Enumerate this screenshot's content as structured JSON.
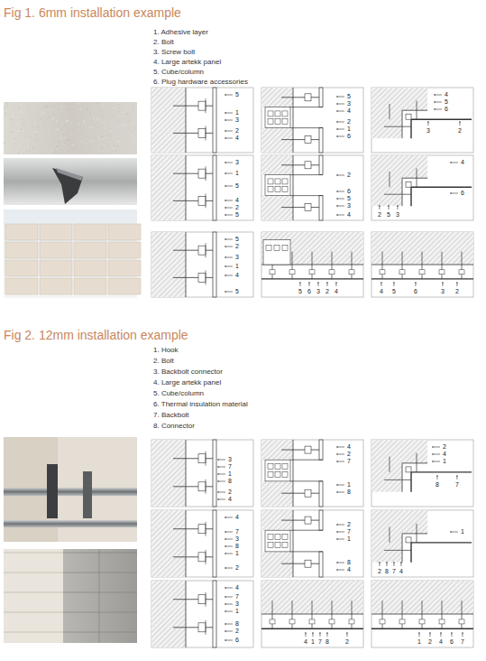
{
  "diagram": {
    "title": "Fig 1. 6mm installation example",
    "labels": [
      "1. Adhesive layer",
      "2. Bolt",
      "3. Screw bolt",
      "4. Large artekk panel",
      "5. Cube/column",
      "6. Plug hardware accessories",
      "5",
      "1",
      "3",
      "2",
      "4",
      "5",
      "3",
      "4",
      "2",
      "1",
      "6",
      "4",
      "5",
      "6",
      "3",
      "2",
      "3",
      "1",
      "5",
      "4",
      "2",
      "5",
      "2",
      "6",
      "5",
      "3",
      "4",
      "4",
      "6",
      "2",
      "5",
      "3",
      "5",
      "2",
      "3",
      "1",
      "4",
      "5",
      "5",
      "6",
      "3",
      "2",
      "4",
      "4",
      "5",
      "6",
      "3",
      "2",
      "Fig 2. 12mm installation example",
      "1. Hook",
      "2. Bolt",
      "3. Backbolt connector",
      "4. Large artekk panel",
      "5. Cube/column",
      "6. Thermal insulation material",
      "7. Backbolt",
      "8. Connector",
      "3",
      "7",
      "1",
      "8",
      "2",
      "4",
      "4",
      "2",
      "7",
      "1",
      "8",
      "2",
      "4",
      "1",
      "8",
      "7",
      "4",
      "7",
      "3",
      "8",
      "1",
      "2",
      "2",
      "7",
      "1",
      "8",
      "4",
      "1",
      "2",
      "8",
      "7",
      "4",
      "4",
      "7",
      "3",
      "1",
      "8",
      "2",
      "6",
      "4",
      "1",
      "7",
      "8",
      "2",
      "1",
      "2",
      "4",
      "6",
      "7"
    ]
  }
}
